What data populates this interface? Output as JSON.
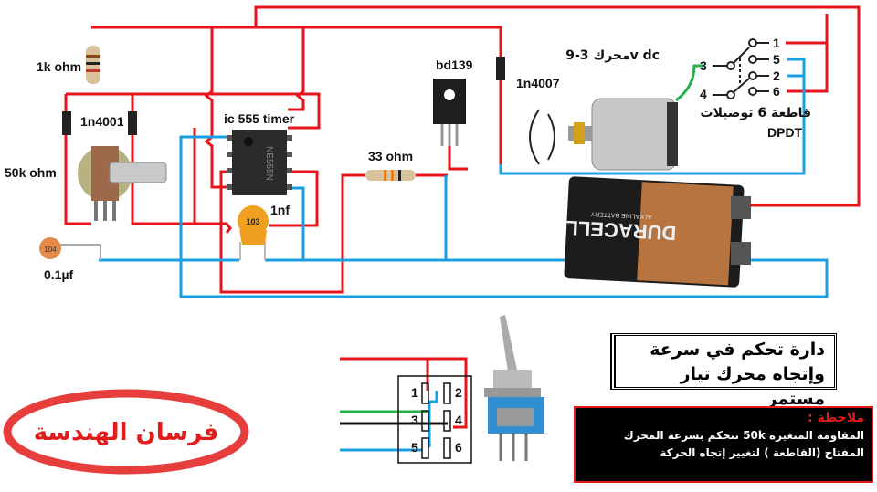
{
  "labels": {
    "r1k": "1k ohm",
    "diode1": "1n4001",
    "pot": "50k ohm",
    "cap01": "0.1µf",
    "cap01_code": "104",
    "ic": "ic 555 timer",
    "ic_marking": "NE555N",
    "cap1nf": "1nf",
    "cap1nf_code": "103",
    "r33": "33 ohm",
    "transistor": "bd139",
    "diode2": "1n4007",
    "motor": "محرك 3-9v dc",
    "switch_ar": "قاطعة 6 توصيلات",
    "switch_en": "DPDT",
    "battery_brand": "DURACELL",
    "battery_sub": "ALKALINE BATTERY"
  },
  "switch_pins": [
    "1",
    "5",
    "2",
    "6",
    "3",
    "4"
  ],
  "pinout": [
    "1",
    "2",
    "3",
    "4",
    "5",
    "6"
  ],
  "title": {
    "line1": "دارة تحكم في سرعة",
    "line2": "وإتجاه محرك تيار مستمر"
  },
  "note": {
    "heading": "ملاحظة :",
    "line1": "المقاومة المتغيرة 50k تتحكم بسرعة المحرك",
    "line2": "المفتاح (القاطعة ) لتغيير إتجاه الحركة"
  },
  "stamp": "فرسان الهندسة",
  "colors": {
    "red": "#e8141c",
    "blue": "#1a9fe0",
    "green": "#22b14c"
  }
}
